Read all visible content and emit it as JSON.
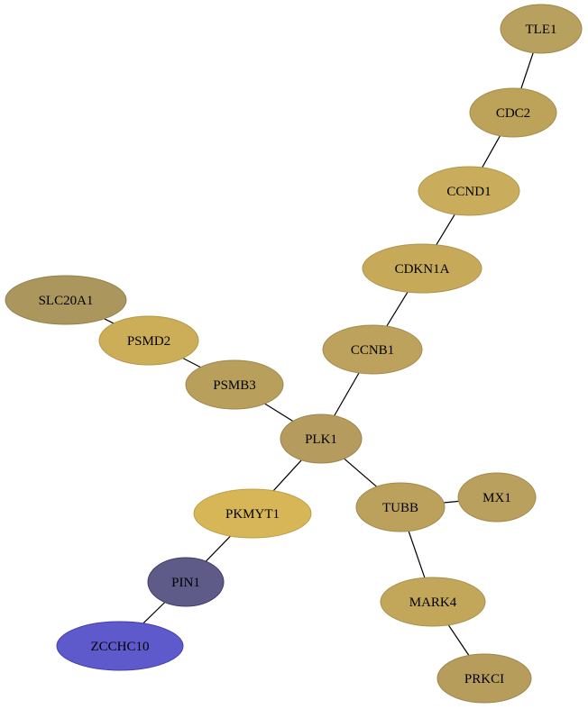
{
  "nodes": [
    {
      "id": "TLE1",
      "label": "TLE1",
      "fill": "#b8a05e",
      "stroke": "#a08a4c"
    },
    {
      "id": "CDC2",
      "label": "CDC2",
      "fill": "#bda35a",
      "stroke": "#a38d4c"
    },
    {
      "id": "CCND1",
      "label": "CCND1",
      "fill": "#c9ad5c",
      "stroke": "#b0974e"
    },
    {
      "id": "CDKN1A",
      "label": "CDKN1A",
      "fill": "#c6aa5a",
      "stroke": "#ad954e"
    },
    {
      "id": "SLC20A1",
      "label": "SLC20A1",
      "fill": "#ab975e",
      "stroke": "#93824e"
    },
    {
      "id": "PSMD2",
      "label": "PSMD2",
      "fill": "#ccae58",
      "stroke": "#b2984b"
    },
    {
      "id": "CCNB1",
      "label": "CCNB1",
      "fill": "#bca25c",
      "stroke": "#a38c4e"
    },
    {
      "id": "PSMB3",
      "label": "PSMB3",
      "fill": "#b89f5c",
      "stroke": "#a0894e"
    },
    {
      "id": "PLK1",
      "label": "PLK1",
      "fill": "#b59c5e",
      "stroke": "#9d874f"
    },
    {
      "id": "PKMYT1",
      "label": "PKMYT1",
      "fill": "#d6b656",
      "stroke": "#bc9f4a"
    },
    {
      "id": "TUBB",
      "label": "TUBB",
      "fill": "#bba15c",
      "stroke": "#a28b4e"
    },
    {
      "id": "MX1",
      "label": "MX1",
      "fill": "#b9a05e",
      "stroke": "#a08a4f"
    },
    {
      "id": "PIN1",
      "label": "PIN1",
      "fill": "#5e5b88",
      "stroke": "#3f3d6b"
    },
    {
      "id": "MARK4",
      "label": "MARK4",
      "fill": "#c2a75a",
      "stroke": "#a8904d"
    },
    {
      "id": "ZCCHC10",
      "label": "ZCCHC10",
      "fill": "#5e5acc",
      "stroke": "#4040b0"
    },
    {
      "id": "PRKCI",
      "label": "PRKCI",
      "fill": "#b79d5c",
      "stroke": "#9e874e"
    }
  ],
  "edges": [
    [
      "TLE1",
      "CDC2"
    ],
    [
      "CDC2",
      "CCND1"
    ],
    [
      "CCND1",
      "CDKN1A"
    ],
    [
      "CDKN1A",
      "CCNB1"
    ],
    [
      "CCNB1",
      "PLK1"
    ],
    [
      "SLC20A1",
      "PSMD2"
    ],
    [
      "PSMD2",
      "PSMB3"
    ],
    [
      "PSMB3",
      "PLK1"
    ],
    [
      "PLK1",
      "PKMYT1"
    ],
    [
      "PLK1",
      "TUBB"
    ],
    [
      "TUBB",
      "MX1"
    ],
    [
      "TUBB",
      "MARK4"
    ],
    [
      "MARK4",
      "PRKCI"
    ],
    [
      "PKMYT1",
      "PIN1"
    ],
    [
      "PIN1",
      "ZCCHC10"
    ]
  ]
}
